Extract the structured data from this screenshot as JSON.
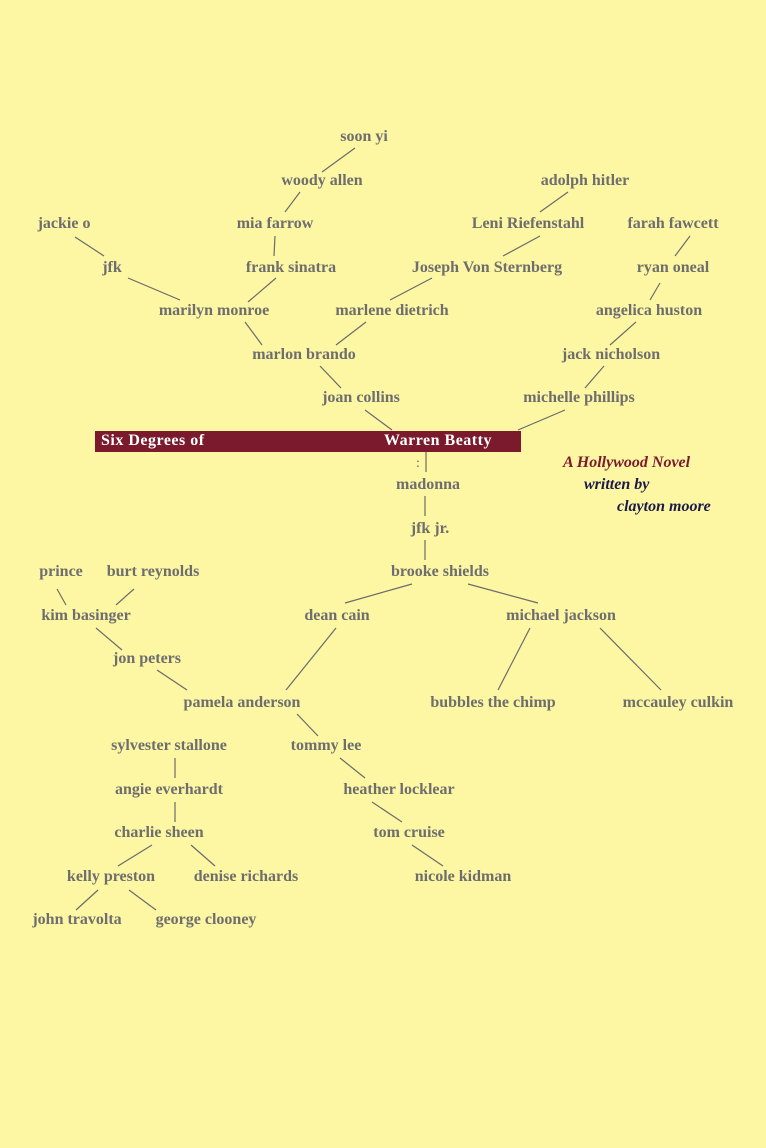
{
  "title": {
    "part1": "Six Degrees of",
    "part2": "Warren Beatty"
  },
  "byline": {
    "tagline": "A Hollywood Novel",
    "written_by": "written by",
    "author": "clayton moore"
  },
  "colon_mark": ":",
  "colors": {
    "background": "#fdf6a3",
    "title_bar": "#7a1a2c",
    "names": "#6e6e6e"
  },
  "names": {
    "soon_yi": "soon yi",
    "woody_allen": "woody allen",
    "mia_farrow": "mia farrow",
    "frank_sinatra": "frank sinatra",
    "jackie_o": "jackie o",
    "jfk": "jfk",
    "marilyn_monroe": "marilyn monroe",
    "marlon_brando": "marlon brando",
    "joan_collins": "joan collins",
    "adolph_hitler": "adolph hitler",
    "leni_riefenstahl": "Leni Riefenstahl",
    "joseph_von_sternberg": "Joseph Von Sternberg",
    "marlene_dietrich": "marlene dietrich",
    "farah_fawcett": "farah fawcett",
    "ryan_oneal": "ryan oneal",
    "angelica_huston": "angelica huston",
    "jack_nicholson": "jack nicholson",
    "michelle_phillips": "michelle phillips",
    "madonna": "madonna",
    "jfk_jr": "jfk jr.",
    "brooke_shields": "brooke shields",
    "dean_cain": "dean cain",
    "michael_jackson": "michael jackson",
    "bubbles_the_chimp": "bubbles the chimp",
    "mccauley_culkin": "mccauley culkin",
    "prince": "prince",
    "burt_reynolds": "burt reynolds",
    "kim_basinger": "kim basinger",
    "jon_peters": "jon peters",
    "pamela_anderson": "pamela anderson",
    "sylvester_stallone": "sylvester stallone",
    "tommy_lee": "tommy lee",
    "angie_everhardt": "angie everhardt",
    "heather_locklear": "heather locklear",
    "charlie_sheen": "charlie sheen",
    "tom_cruise": "tom cruise",
    "kelly_preston": "kelly preston",
    "denise_richards": "denise richards",
    "nicole_kidman": "nicole kidman",
    "john_travolta": "john travolta",
    "george_clooney": "george clooney"
  }
}
